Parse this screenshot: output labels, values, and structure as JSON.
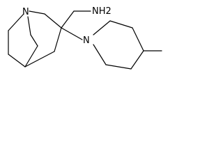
{
  "molecule": {
    "atoms": {
      "n_bridgehead": "N",
      "n_piperidine": "N",
      "amine": "NH2"
    },
    "colors": {
      "bond": "#000000",
      "text": "#000000",
      "background": "#ffffff"
    }
  }
}
